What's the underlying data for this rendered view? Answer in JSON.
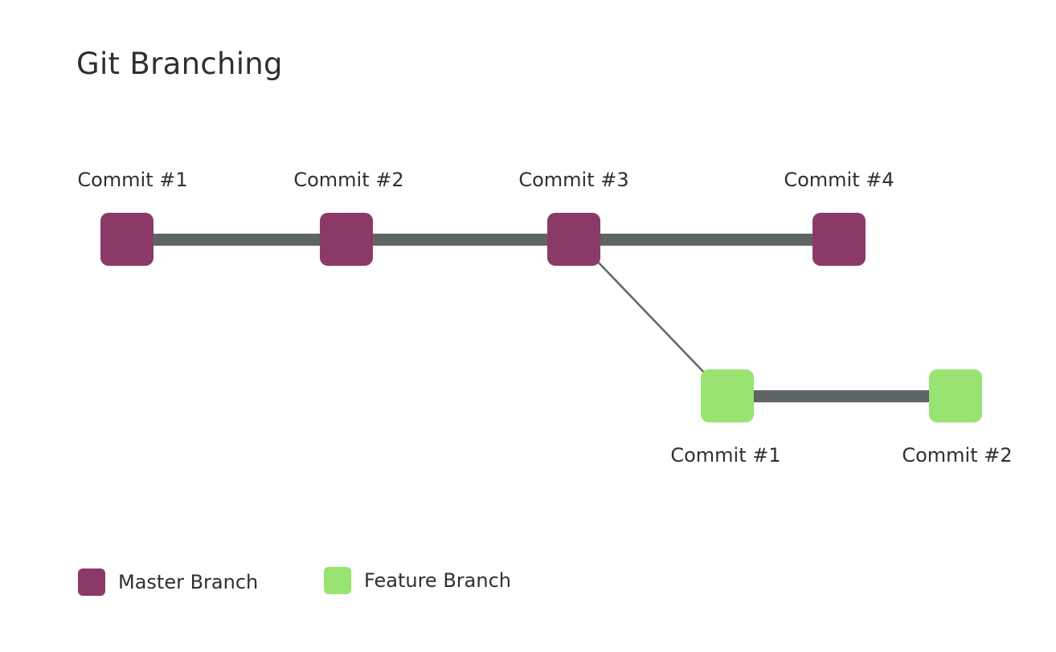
{
  "title": "Git Branching",
  "colors": {
    "master": "#8b3a67",
    "feature": "#98e372",
    "line": "#5f6466",
    "branch_line": "#5f6466"
  },
  "master_branch": {
    "commits": [
      "Commit #1",
      "Commit #2",
      "Commit #3",
      "Commit #4"
    ]
  },
  "feature_branch": {
    "branches_from": "Commit #3",
    "commits": [
      "Commit #1",
      "Commit #2"
    ]
  },
  "legend": [
    {
      "label": "Master Branch",
      "color_key": "master"
    },
    {
      "label": "Feature Branch",
      "color_key": "feature"
    }
  ]
}
